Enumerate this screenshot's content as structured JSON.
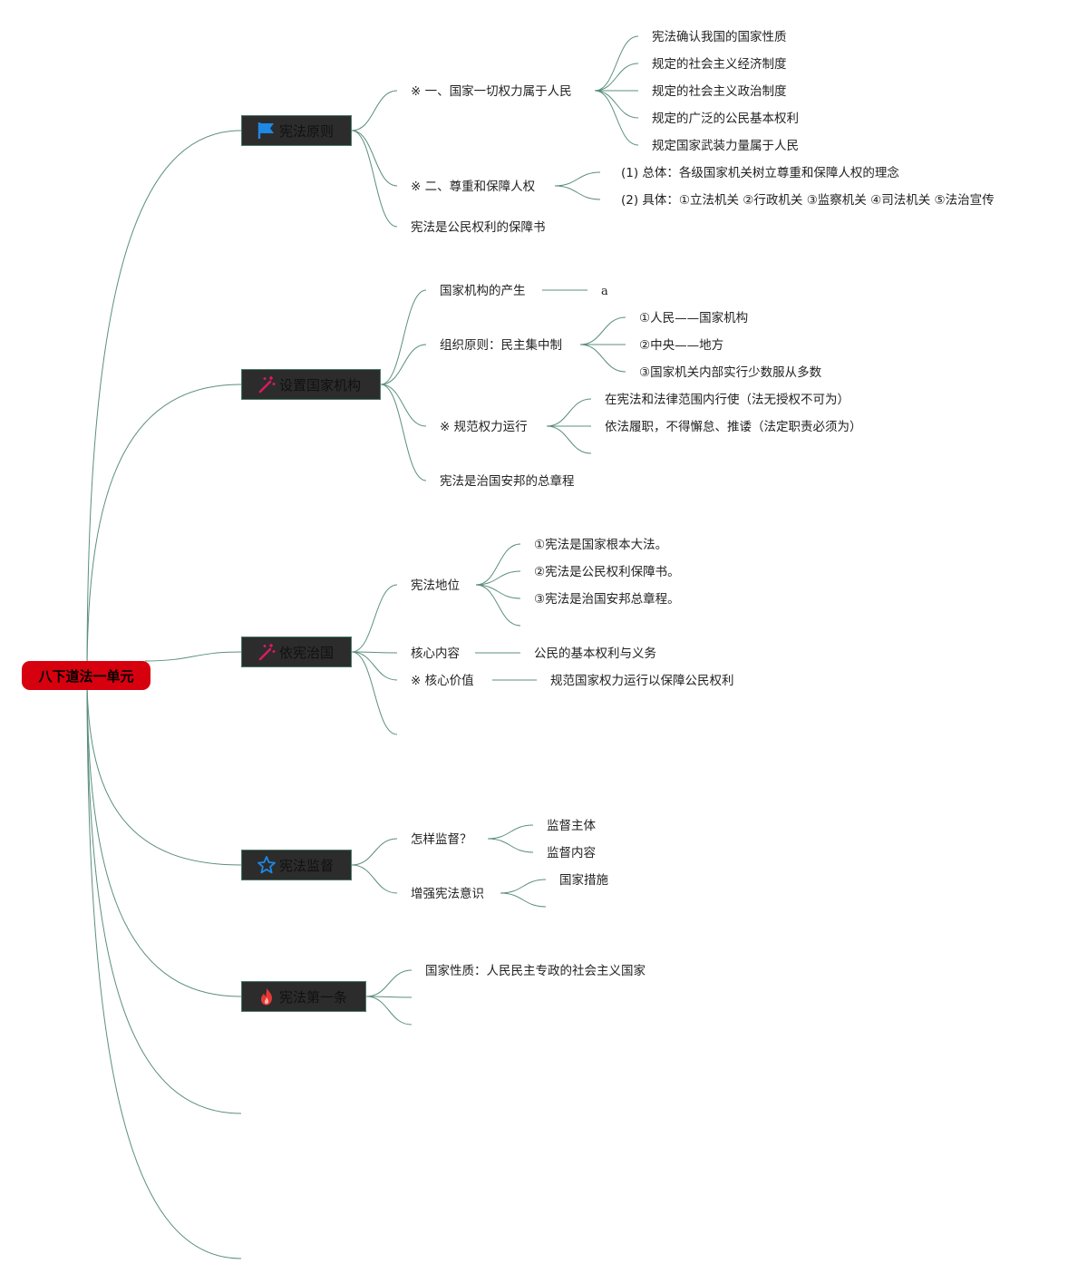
{
  "root": "八下道法一单元",
  "branches": [
    {
      "label": "宪法原则",
      "icon": "flag-icon",
      "icon_color": "#1e88e5",
      "items": [
        {
          "label": "※ 一、国家一切权力属于人民",
          "children": [
            "宪法确认我国的国家性质",
            "规定的社会主义经济制度",
            "规定的社会主义政治制度",
            "规定的广泛的公民基本权利",
            "规定国家武装力量属于人民"
          ]
        },
        {
          "label": "※ 二、尊重和保障人权",
          "children": [
            "(1)  总体：各级国家机关树立尊重和保障人权的理念",
            "(2)  具体：①立法机关 ②行政机关 ③监察机关 ④司法机关 ⑤法治宣传"
          ]
        },
        {
          "label": "宪法是公民权利的保障书"
        }
      ]
    },
    {
      "label": "设置国家机构",
      "icon": "magic-wand-icon",
      "icon_color": "#d81b60",
      "items": [
        {
          "label": "国家机构的产生",
          "children": [
            "a"
          ]
        },
        {
          "label": "组织原则：民主集中制",
          "children": [
            "①人民——国家机构",
            "②中央——地方",
            "③国家机关内部实行少数服从多数"
          ]
        },
        {
          "label": "※ 规范权力运行",
          "children": [
            "在宪法和法律范围内行使（法无授权不可为）",
            "依法履职，不得懈怠、推诿（法定职责必须为）"
          ]
        },
        {
          "label": "宪法是治国安邦的总章程"
        }
      ]
    },
    {
      "label": "依宪治国",
      "icon": "magic-wand-icon",
      "icon_color": "#d81b60",
      "items": [
        {
          "label": "宪法地位",
          "children": [
            "①宪法是国家根本大法。",
            "②宪法是公民权利保障书。",
            "③宪法是治国安邦总章程。"
          ]
        },
        {
          "label": "核心内容",
          "children": [
            "公民的基本权利与义务"
          ]
        },
        {
          "label": "※ 核心价值",
          "children": [
            "规范国家权力运行以保障公民权利"
          ]
        }
      ]
    },
    {
      "label": "宪法监督",
      "icon": "star-icon",
      "icon_color": "#1e88e5",
      "items": [
        {
          "label": "怎样监督？",
          "children": [
            "监督主体",
            "监督内容"
          ]
        },
        {
          "label": "增强宪法意识",
          "children": [
            "国家措施"
          ]
        }
      ]
    },
    {
      "label": "宪法第一条",
      "icon": "fire-icon",
      "icon_color": "#e53935",
      "items": [
        {
          "label": "国家性质：人民民主专政的社会主义国家"
        }
      ]
    }
  ],
  "colors": {
    "line": "#5b8f7d",
    "root_bg": "#d6000f",
    "topic_bg": "#2c2c2c"
  }
}
